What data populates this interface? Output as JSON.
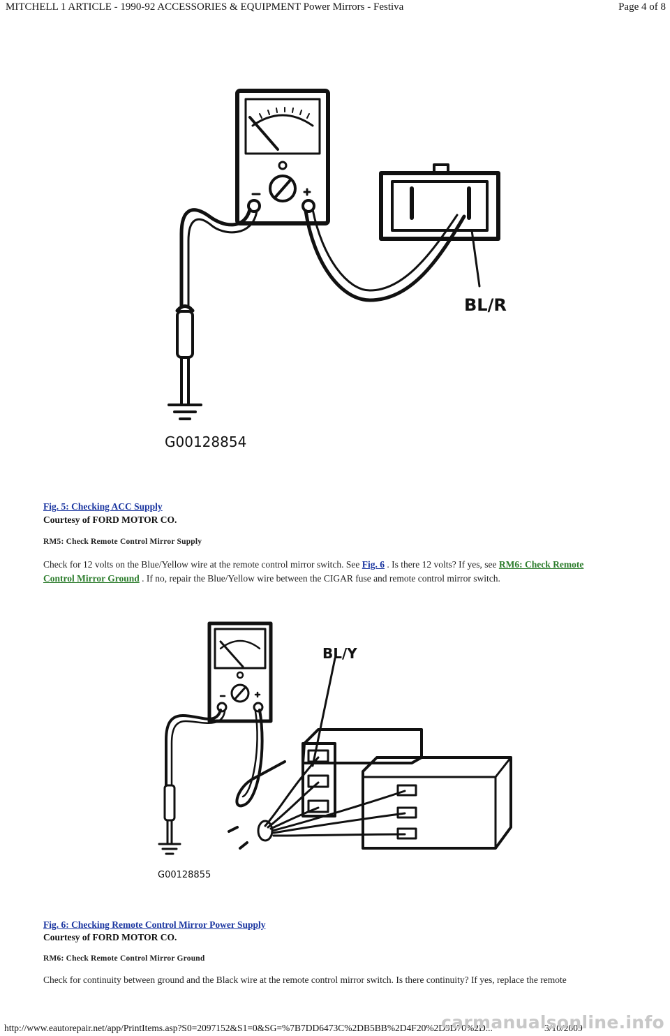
{
  "header": {
    "title": "MITCHELL 1 ARTICLE - 1990-92 ACCESSORIES & EQUIPMENT Power Mirrors - Festiva",
    "page": "Page 4 of 8"
  },
  "figure5": {
    "code": "G00128854",
    "wire_label": "BL/R",
    "caption_link": "Fig. 5: Checking ACC Supply",
    "courtesy": "Courtesy of FORD MOTOR CO."
  },
  "section_rm5": {
    "heading": "RM5: Check Remote Control Mirror Supply",
    "text_1": "Check for 12 volts on the Blue/Yellow wire at the remote control mirror switch. See ",
    "link_fig": "Fig. 6",
    "text_2": " . Is there 12 volts? If yes, see ",
    "link_rm6": "RM6: Check Remote Control Mirror Ground",
    "text_3": " . If no, repair the Blue/Yellow wire between the CIGAR fuse and remote control mirror switch."
  },
  "figure6": {
    "code": "G00128855",
    "wire_label": "BL/Y",
    "caption_link": "Fig. 6: Checking Remote Control Mirror Power Supply",
    "courtesy": "Courtesy of FORD MOTOR CO."
  },
  "section_rm6": {
    "heading": "RM6: Check Remote Control Mirror Ground",
    "text": "Check for continuity between ground and the Black wire at the remote control mirror switch. Is there continuity? If yes, replace the remote"
  },
  "footer": {
    "url": "http://www.eautorepair.net/app/PrintItems.asp?S0=2097152&S1=0&SG=%7B7DD6473C%2DB5BB%2D4F20%2D9D70%2D...",
    "date": "3/10/2009"
  },
  "watermark": "carmanualsonline.info"
}
